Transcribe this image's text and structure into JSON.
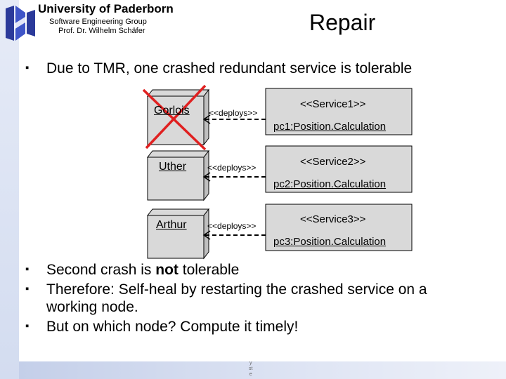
{
  "header": {
    "university": "University of Paderborn",
    "group": "Software Engineering Group",
    "professor": "Prof. Dr. Wilhelm Schäfer",
    "title": "Repair"
  },
  "bullets_top": [
    {
      "text": "Due to TMR, one crashed redundant service is tolerable"
    }
  ],
  "diagram": {
    "nodes": [
      {
        "label": "Gorlois",
        "crashed": true
      },
      {
        "label": "Uther",
        "crashed": false
      },
      {
        "label": "Arthur",
        "crashed": false
      }
    ],
    "deploys_label": "<<deploys>>",
    "services": [
      {
        "stereotype": "<<Service1>>",
        "instance": "pc1:Position.Calculation"
      },
      {
        "stereotype": "<<Service2>>",
        "instance": "pc2:Position.Calculation"
      },
      {
        "stereotype": "<<Service3>>",
        "instance": "pc3:Position.Calculation"
      }
    ]
  },
  "bullets_bottom": {
    "b1_pre": "Second crash is ",
    "b1_bold": "not",
    "b1_post": " tolerable",
    "b2_line1": "Therefore: Self-heal by restarting the crashed service on a",
    "b2_line2": "working node.",
    "b3": "But on which node? Compute it timely!"
  },
  "footer": {
    "fragments": [
      "y",
      "st",
      "e"
    ]
  },
  "colors": {
    "node_fill": "#d9d9d9",
    "cross": "#e02020",
    "side_strip": "#dfe5f4"
  }
}
